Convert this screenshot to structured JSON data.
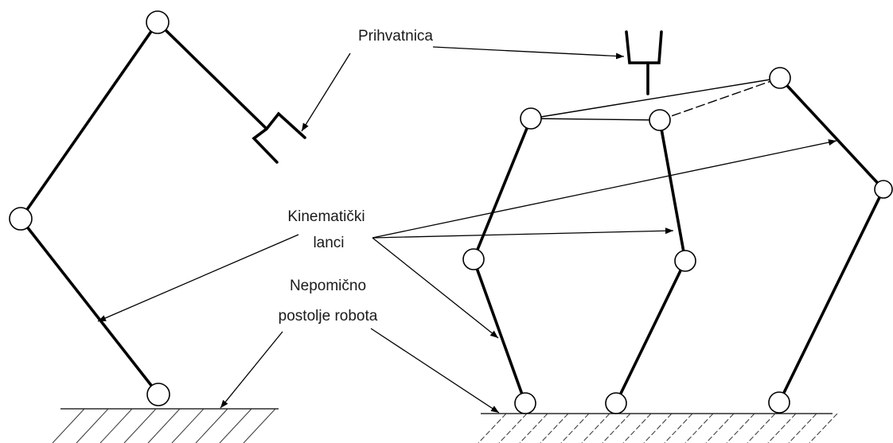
{
  "labels": {
    "gripper": "Prihvatnica",
    "chains_line1": "Kinematički",
    "chains_line2": "lanci",
    "base_line1": "Nepomično",
    "base_line2": "postolje robota"
  }
}
